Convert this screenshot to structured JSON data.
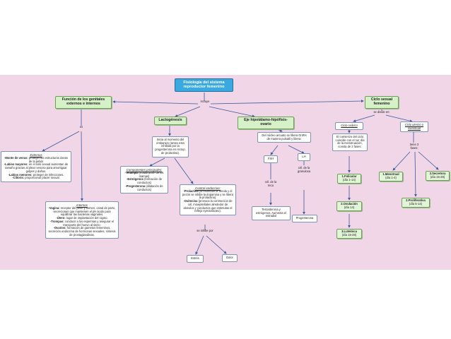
{
  "title": "Fisiología del sistema reproductor femenino",
  "labels": {
    "incluye": "incluye",
    "es": "es",
    "se_divide_en": "se divide en:",
    "tiene_3_fases": "tiene 3 fases:",
    "se_inhibe_por": "se inhibe por",
    "cel_teca": "cél. de la teca",
    "cel_granulosa": "cél. de la granulosa"
  },
  "genitales": {
    "title": "Función de los genitales externos e internos",
    "externos": {
      "title": "Externos",
      "items": [
        {
          "term": "-Monte de venus:",
          "desc": " proteger las estructuras óseas de la pelvis"
        },
        {
          "term": "-Labios mayores:",
          "desc": " en el solo sexual aumentan de tamaño gracias al plexo venoso para amortiguar golpes y daños."
        },
        {
          "term": "-Labios menores:",
          "desc": " proteger de infecciones."
        },
        {
          "term": "-Clítoris:",
          "desc": " proporcionar placer sexual."
        }
      ]
    },
    "internos": {
      "title": "Internos",
      "items": [
        {
          "term": "-Vagina:",
          "desc": " receptor del pene y semen, canal de parto, secreciones que mantienen el pH ácido para equilibrar las bacterias vaginales."
        },
        {
          "term": "-Útero:",
          "desc": " lugar de implantación del cigoto."
        },
        {
          "term": "-Trompas:",
          "desc": " conducir a los espermas y asegurar el transporte del huevo al útero."
        },
        {
          "term": "-Ovarios:",
          "desc": " formación de gametos femeninos, secreción endocrina de hormonas sexuales, síntesis de prostaglandinas."
        }
      ]
    }
  },
  "lactogenesis": {
    "title": "Lactogénesis",
    "inicio": "Inicia al momento del embarazo (antes esta inhibida por la progesterona en rectop. de prolactina).",
    "componentes": {
      "title": "Componentes principales:",
      "items": [
        {
          "term": "-Tetampia",
          "desc": " (maduración de los mamas)"
        },
        {
          "term": "-Estrógenos",
          "desc": " (formación de conductos)"
        },
        {
          "term": "-Progesterona",
          "desc": " (dilatación de conductos)"
        }
      ]
    },
    "control": {
      "title": "Control endocrino:",
      "items": [
        {
          "term": "-Prolactina",
          "desc": " (al estimular la areola y el pezón se inhibe la dopamina y se libera la prolactina)."
        },
        {
          "term": "-Oxitocina",
          "desc": " (provoca la contracción de cél. mioepiteliales alrededor de alveolos y conductos que estimulan el reflejo eyectolácteo)."
        }
      ]
    },
    "inhibe": [
      "Estrés",
      "Dolor"
    ]
  },
  "eje": {
    "title": "Eje hipotálamo-hipófisis-ovario",
    "nucleo": "Del núcleo arcuato se libera GnRH de manera pulsatil y libera:",
    "fsh": "FSH",
    "lh": "LH",
    "testosterona": "Testosterona y estrógenos. Aumenta el estradiol",
    "progesterona": "Progesterona"
  },
  "ciclo": {
    "title": "Ciclo sexual femenino",
    "ovarico": {
      "title": "Ciclo ovárico",
      "desc": "El comienzo del ciclo coincide con el 1er día de la menstruación, consta de 3 fases:",
      "fases": [
        {
          "name": "1.Folicular",
          "days": "(día 1-14)"
        },
        {
          "name": "2.Ovulación",
          "days": "(día 14)"
        },
        {
          "name": "3.Luteínica",
          "days": "(día 15-28)"
        }
      ]
    },
    "uterino": {
      "title": "Ciclo uterino o menstrual",
      "fases": [
        {
          "name": "1.Menstrual",
          "days": "(día 1-4)"
        },
        {
          "name": "2.Proliferativa",
          "days": "(día 5-14)"
        },
        {
          "name": "3.Secretora",
          "days": "(día 15-28)"
        }
      ]
    }
  }
}
